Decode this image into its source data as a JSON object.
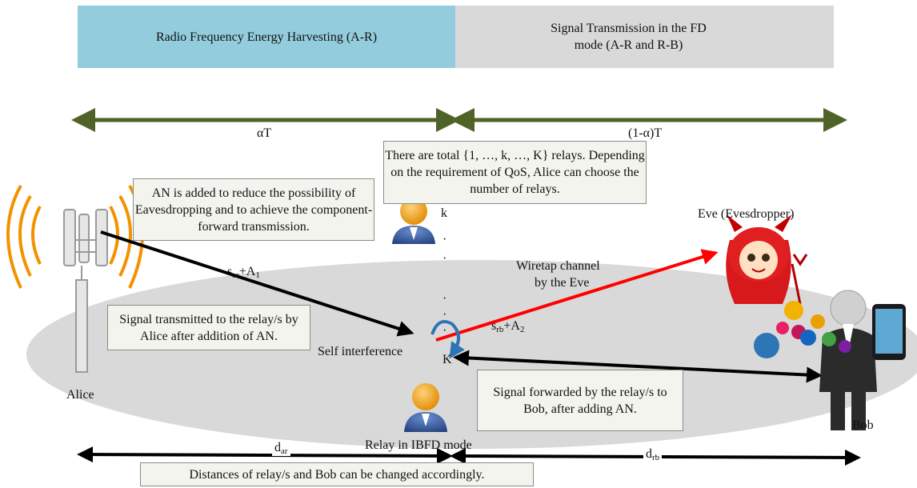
{
  "phases": {
    "harvest": "Radio Frequency Energy Harvesting (A-R)",
    "transmit": "Signal Transmission in the FD mode (A-R and R-B)"
  },
  "timeline": {
    "alpha_t": "αT",
    "one_minus_alpha_t": "(1-α)T"
  },
  "notes": {
    "relays": "There are total {1, …, k, …, K} relays. Depending on the requirement of QoS, Alice can choose the number of relays.",
    "an_added": "AN is added to reduce the possibility of Eavesdropping and to achieve the component-forward transmission.",
    "signal_to_relay": "Signal transmitted to the relay/s by Alice after addition of AN.",
    "forwarded": "Signal forwarded by the relay/s to Bob, after adding AN.",
    "distances": "Distances of relay/s  and Bob can be changed accordingly."
  },
  "labels": {
    "alice": "Alice",
    "bob": "Bob",
    "eve": "Eve (Evesdropper)",
    "relay_mode": "Relay in IBFD mode",
    "self_interference": "Self interference",
    "wiretap_line1": "Wiretap channel",
    "wiretap_line2": "by the Eve",
    "relay_k": "k",
    "relay_K": "K",
    "dots": "·",
    "s_ar": "s",
    "s_ar_sub": "ar",
    "a1_plus": "+A",
    "a1_sub": "1",
    "s_rb": "s",
    "s_rb_sub": "rb",
    "a2_plus": "+A",
    "a2_sub": "2",
    "d_ar": "d",
    "d_ar_sub": "ar",
    "d_rb": "d",
    "d_rb_sub": "rb"
  },
  "colors": {
    "harvest_bg": "#93cddd",
    "transmit_bg": "#d9d9d9",
    "timeline_arrow": "#4f6228",
    "wiretap_arrow": "#ff0000",
    "ellipse": "#d9d9d9",
    "self_interference_arc": "#2e75b6"
  }
}
